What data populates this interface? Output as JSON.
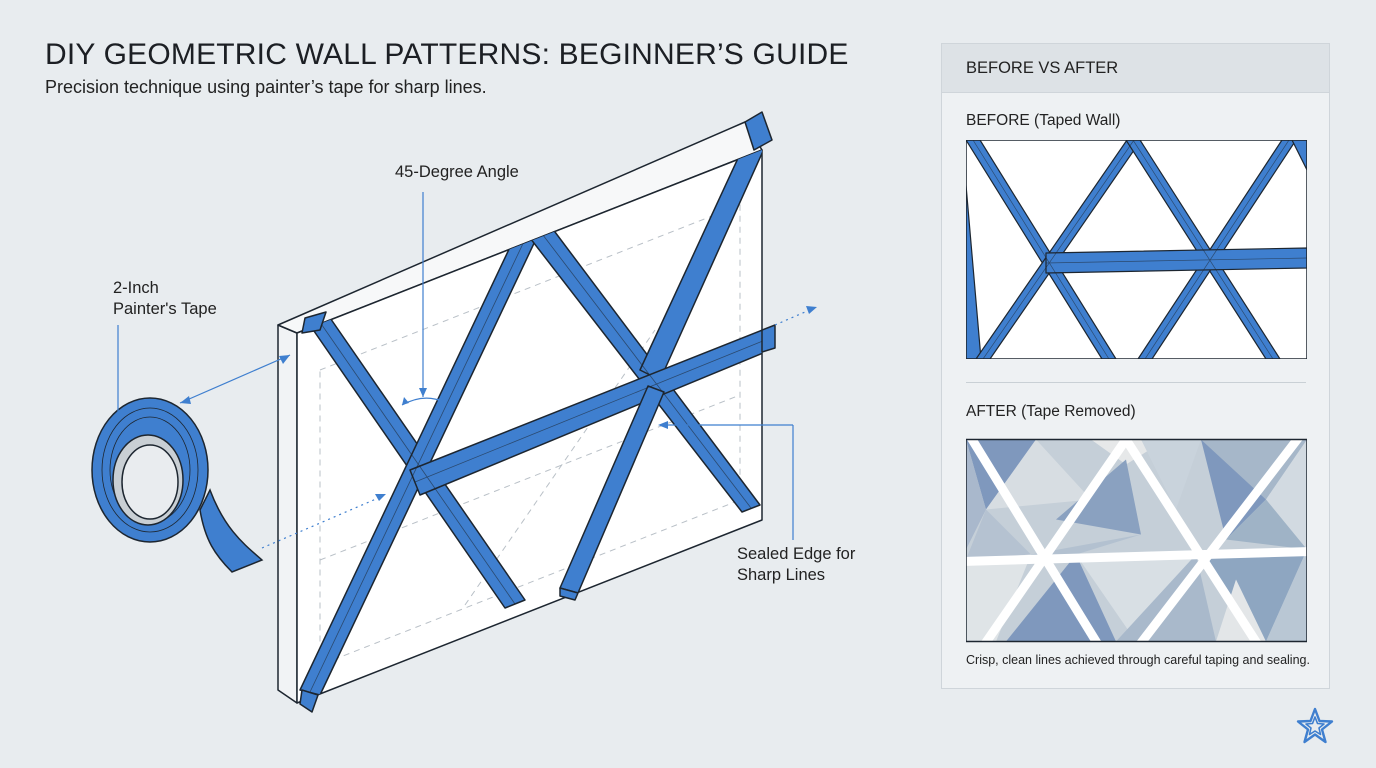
{
  "header": {
    "title": "DIY GEOMETRIC WALL PATTERNS: BEGINNER’S GUIDE",
    "subtitle": "Precision technique using painter’s tape for sharp lines."
  },
  "callouts": {
    "angle": "45-Degree Angle",
    "tape_line1": "2-Inch",
    "tape_line2": "Painter's Tape",
    "edge_line1": "Sealed Edge for",
    "edge_line2": "Sharp Lines"
  },
  "panel": {
    "header": "BEFORE VS AFTER",
    "before_label": "BEFORE (Taped Wall)",
    "after_label": "AFTER (Tape Removed)",
    "caption": "Crisp, clean lines achieved through careful taping and sealing."
  },
  "icons": {
    "tape_roll": "tape-roll-icon",
    "logo": "star-logo-icon"
  },
  "colors": {
    "tape_blue": "#3f7fcf",
    "outline": "#1d2630",
    "wall": "#ffffff",
    "background": "#e8ecef"
  }
}
